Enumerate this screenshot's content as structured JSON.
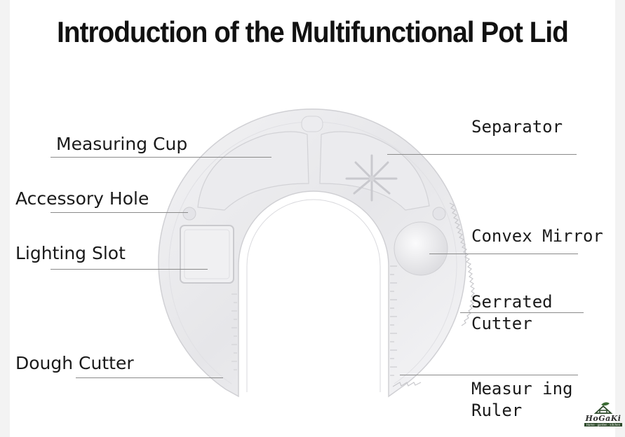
{
  "title": "Introduction of the Multifunctional Pot Lid",
  "labels": {
    "measuring_cup": "Measuring Cup",
    "accessory_hole": "Accessory Hole",
    "lighting_slot": "Lighting Slot",
    "dough_cutter": "Dough Cutter",
    "separator": "Separator",
    "convex_mirror": "Convex Mirror",
    "serrated_cutter_1": "Serrated",
    "serrated_cutter_2": "Cutter",
    "measuring_ruler_1": "Measur ing",
    "measuring_ruler_2": "Ruler"
  },
  "logo": {
    "name": "HoGaKi",
    "tagline": "Home · garden · kitchen"
  },
  "icons": [
    "lid-illustration",
    "hogaki-logo-icon"
  ]
}
